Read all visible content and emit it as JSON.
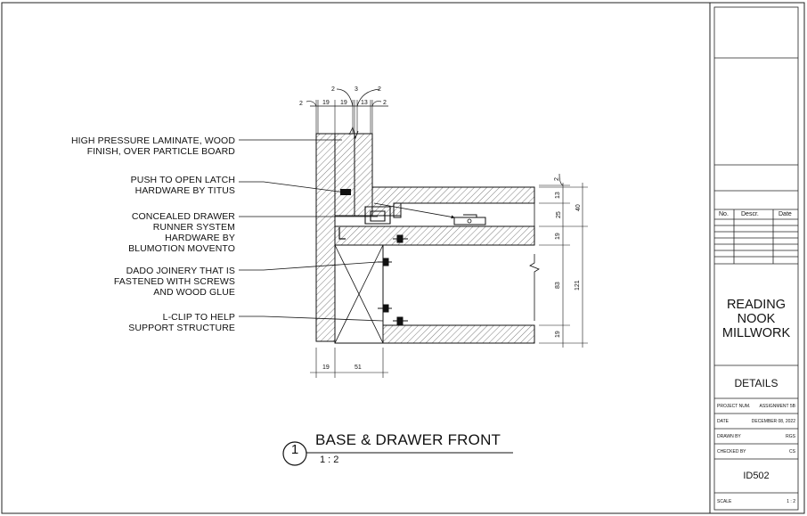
{
  "notes": [
    {
      "id": "laminate",
      "lines": [
        "HIGH PRESSURE LAMINATE, WOOD",
        "FINISH, OVER PARTICLE BOARD"
      ]
    },
    {
      "id": "latch",
      "lines": [
        "PUSH TO OPEN LATCH",
        "HARDWARE BY TITUS"
      ]
    },
    {
      "id": "runner",
      "lines": [
        "CONCEALED DRAWER",
        "RUNNER SYSTEM",
        "HARDWARE BY",
        "BLUMOTION MOVENTO"
      ]
    },
    {
      "id": "dado",
      "lines": [
        "DADO JOINERY THAT IS",
        "FASTENED WITH SCREWS",
        "AND WOOD GLUE"
      ]
    },
    {
      "id": "lclip",
      "lines": [
        "L-CLIP TO HELP",
        "SUPPORT STRUCTURE"
      ]
    }
  ],
  "dimensions": {
    "top": {
      "d1": "2",
      "d2": "19",
      "d3": "19",
      "d4": "13",
      "d5": "2",
      "d6": "2",
      "d7": "3",
      "d8": "2"
    },
    "right": {
      "r1": "2",
      "r2": "13",
      "r3": "25",
      "r4": "40",
      "r5": "19",
      "r6": "83",
      "r7": "121",
      "r8": "19"
    },
    "bottom": {
      "b1": "19",
      "b2": "51"
    }
  },
  "detail": {
    "number": "1",
    "title": "BASE & DRAWER FRONT",
    "scale": "1 : 2"
  },
  "title_block": {
    "revisions": {
      "col_no": "No.",
      "col_descr": "Descr.",
      "col_date": "Date"
    },
    "project_name": [
      "READING",
      "NOOK",
      "MILLWORK"
    ],
    "sheet_title": "DETAILS",
    "fields": [
      {
        "id": "project-num",
        "label": "PROJECT NUM.",
        "value": "ASSIGNMENT 5B"
      },
      {
        "id": "date",
        "label": "DATE",
        "value": "DECEMBER 08, 2022"
      },
      {
        "id": "drawn-by",
        "label": "DRAWN BY",
        "value": "RGS"
      },
      {
        "id": "checked-by",
        "label": "CHECKED BY",
        "value": "CS"
      }
    ],
    "sheet_number": "ID502",
    "scale_label": "SCALE",
    "scale_value": "1 : 2"
  }
}
